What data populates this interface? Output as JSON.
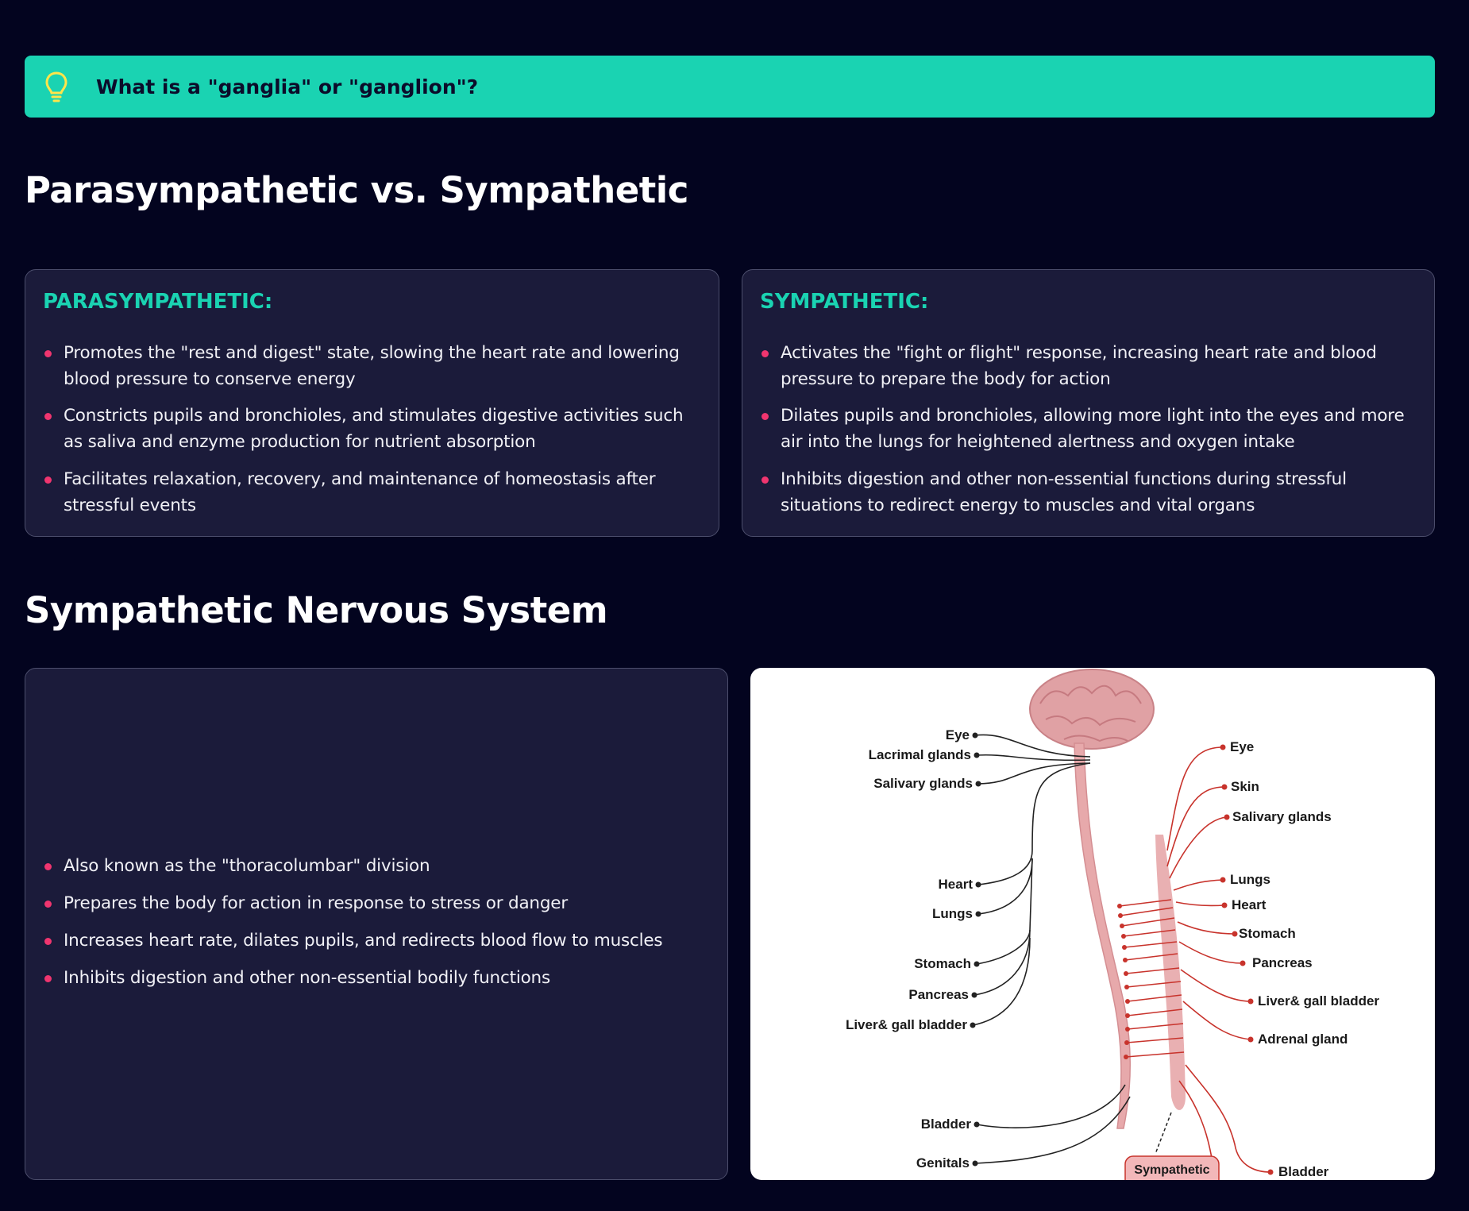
{
  "callout": {
    "icon": "lightbulb-icon",
    "text": "What is a \"ganglia\" or \"ganglion\"?",
    "bg_color": "#1ad3b2"
  },
  "comparison": {
    "title": "Parasympathetic vs. Sympathetic",
    "parasympathetic": {
      "heading": "PARASYMPATHETIC:",
      "bullets": [
        "Promotes the \"rest and digest\" state, slowing the heart rate and lowering blood pressure to conserve energy",
        "Constricts pupils and bronchioles, and stimulates digestive activities such as saliva and enzyme production for nutrient absorption",
        "Facilitates relaxation, recovery, and maintenance of homeostasis after stressful events"
      ]
    },
    "sympathetic": {
      "heading": "SYMPATHETIC:",
      "bullets": [
        "Activates the \"fight or flight\" response, increasing heart rate and blood pressure to prepare the body for action",
        "Dilates pupils and bronchioles, allowing more light into the eyes and more air into the lungs for heightened alertness and oxygen intake",
        "Inhibits digestion and other non-essential functions during stressful situations to redirect energy to muscles and vital organs"
      ]
    }
  },
  "sns": {
    "title": "Sympathetic Nervous System",
    "bullets": [
      "Also known as the \"thoracolumbar\" division",
      "Prepares the body for action in response to stress or danger",
      "Increases heart rate, dilates pupils, and redirects blood flow to muscles",
      "Inhibits digestion and other non-essential bodily functions"
    ]
  },
  "diagram": {
    "left_labels": [
      "Eye",
      "Lacrimal glands",
      "Salivary glands",
      "Heart",
      "Lungs",
      "Stomach",
      "Pancreas",
      "Liver& gall bladder",
      "Bladder",
      "Genitals"
    ],
    "right_labels": [
      "Eye",
      "Skin",
      "Salivary glands",
      "Lungs",
      "Heart",
      "Stomach",
      "Pancreas",
      "Liver& gall bladder",
      "Adrenal gland",
      "Bladder"
    ],
    "chain_label": "Sympathetic",
    "parasympathetic_color": "#222222",
    "sympathetic_color": "#c8332c",
    "tissue_color": "#e5a3a6"
  },
  "colors": {
    "background": "#03041f",
    "panel": "#1b1b3a",
    "accent": "#1ad3b2",
    "bullet": "#f0356f"
  }
}
